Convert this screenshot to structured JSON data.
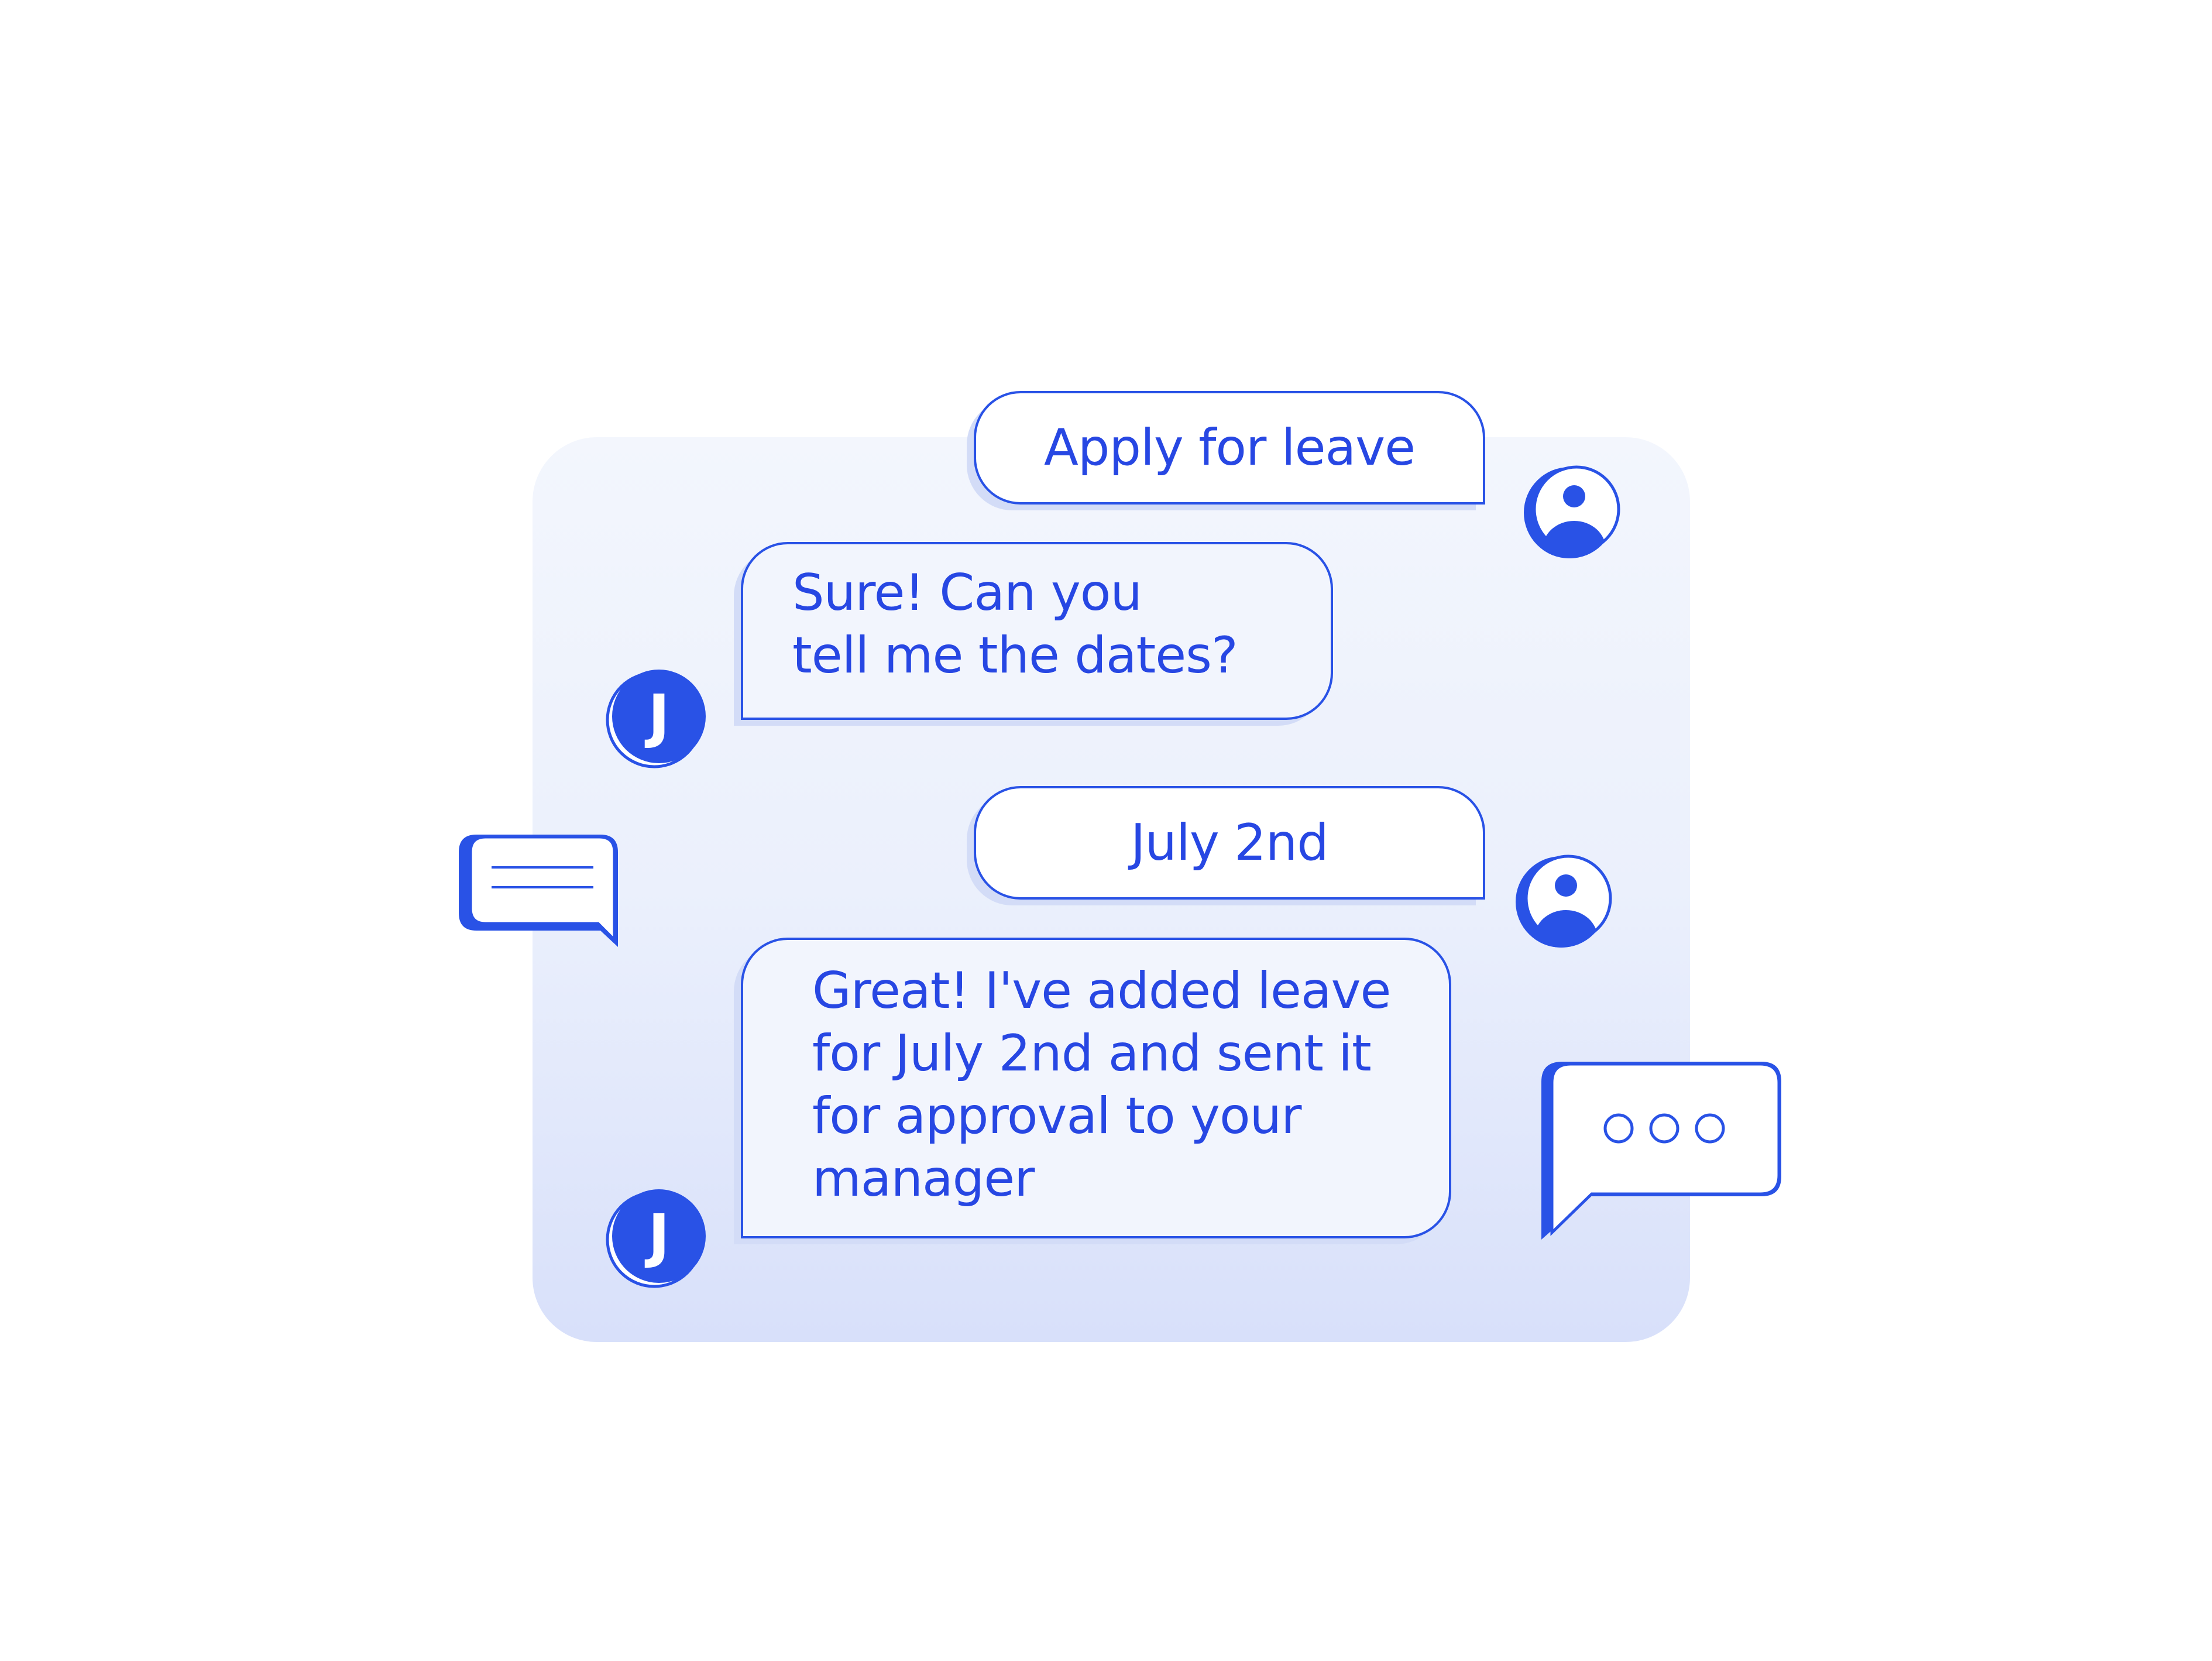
{
  "messages": [
    {
      "role": "user",
      "text": "Apply for leave"
    },
    {
      "role": "bot",
      "text": "Sure! Can you\ntell me the dates?"
    },
    {
      "role": "user",
      "text": "July 2nd"
    },
    {
      "role": "bot",
      "text": "Great! I've added leave\nfor July 2nd and sent it\nfor approval to your\nmanager"
    }
  ],
  "bot_avatar": {
    "letter": "J"
  },
  "icons": {
    "user": "user-avatar-icon",
    "bot": "bot-avatar-icon",
    "message": "message-lines-icon",
    "typing": "typing-dots-icon"
  },
  "colors": {
    "accent": "#2952e6",
    "text": "#2747e3",
    "panel_top": "#f3f6fd",
    "panel_bottom": "#d8e0fa",
    "bubble_bg": "#f2f5fd",
    "shadow": "#d3dcf7"
  }
}
